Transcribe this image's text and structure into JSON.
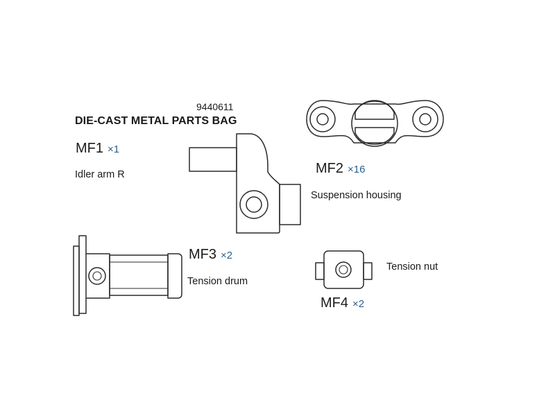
{
  "header": {
    "part_number": "9440611",
    "bag_title": "DIE-CAST METAL PARTS BAG"
  },
  "parts": [
    {
      "code": "MF1",
      "qty": "×1",
      "name": "Idler arm R"
    },
    {
      "code": "MF2",
      "qty": "×16",
      "name": "Suspension housing"
    },
    {
      "code": "MF3",
      "qty": "×2",
      "name": "Tension drum"
    },
    {
      "code": "MF4",
      "qty": "×2",
      "name": "Tension nut"
    }
  ],
  "colors": {
    "quantity": "#2b5f8e",
    "line": "#2a2a2a"
  }
}
